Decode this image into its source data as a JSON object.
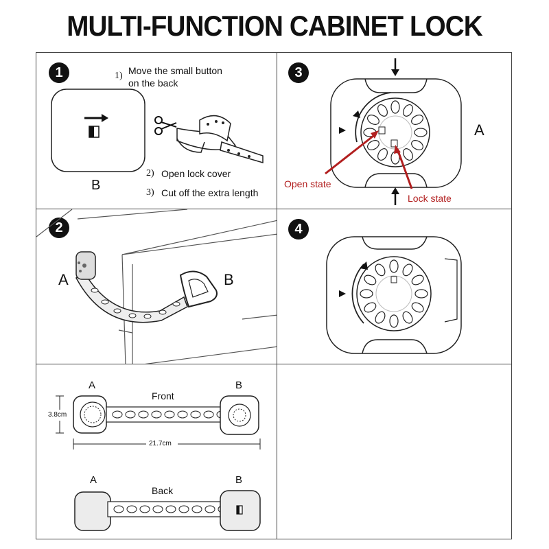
{
  "title": "MULTI-FUNCTION CABINET LOCK",
  "panel1": {
    "step": "1",
    "steps": [
      {
        "num": "1)",
        "text_line1": "Move the small button",
        "text_line2": "on the back"
      },
      {
        "num": "2)",
        "text": "Open lock cover"
      },
      {
        "num": "3)",
        "text": "Cut off the extra length"
      }
    ],
    "label_b": "B"
  },
  "panel2": {
    "step": "2",
    "label_a": "A",
    "label_b": "B"
  },
  "panel3": {
    "step": "3",
    "label_a": "A",
    "open_state": "Open state",
    "lock_state": "Lock state"
  },
  "panel4": {
    "step": "4"
  },
  "dimensions": {
    "label_a_front": "A",
    "label_b_front": "B",
    "front": "Front",
    "height": "3.8cm",
    "length": "21.7cm",
    "label_a_back": "A",
    "label_b_back": "B",
    "back": "Back"
  },
  "colors": {
    "accent_red": "#b21f1f",
    "ink": "#111111"
  }
}
